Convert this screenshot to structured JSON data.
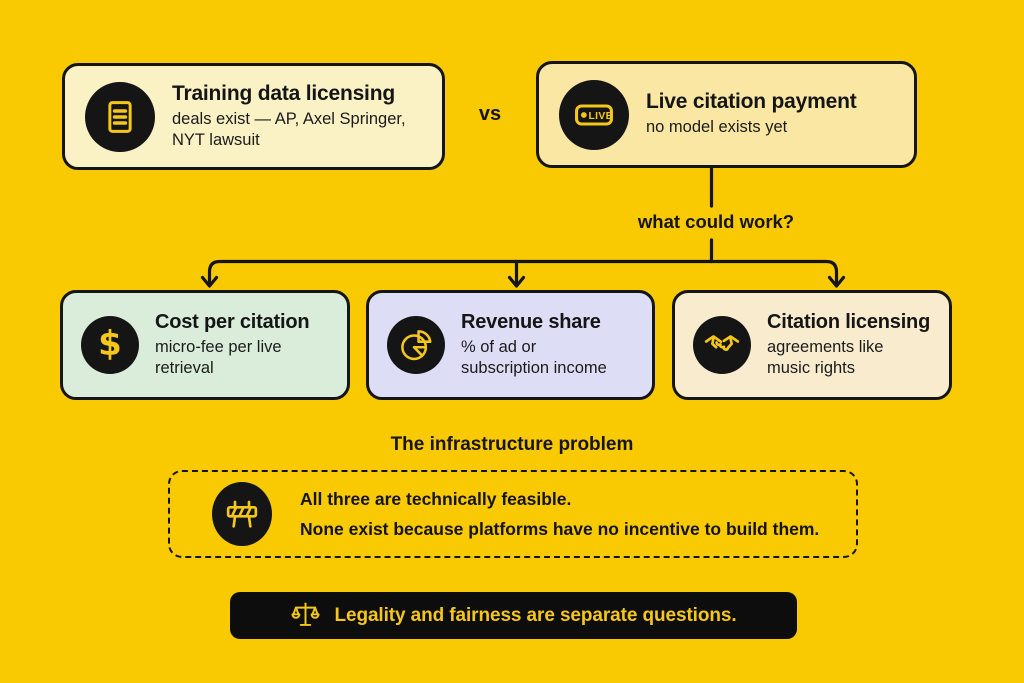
{
  "palette": {
    "background": "#F9C901",
    "ink": "#151515",
    "icon_yellow": "#F5C71A",
    "card_pale_yellow": "#FAF1C5",
    "card_light_gold": "#FAE7A3",
    "card_mint": "#D9EDDA",
    "card_lavender": "#DEDDF6",
    "card_cream": "#F9ECCE",
    "footer_bg": "#0D0D0D"
  },
  "top_row": {
    "left_card": {
      "icon": "document-icon",
      "title": "Training data licensing",
      "subtitle": "deals exist — AP, Axel Springer,\nNYT lawsuit"
    },
    "vs_label": "vs",
    "right_card": {
      "icon": "live-badge-icon",
      "live_badge_text": "LIVE",
      "title": "Live citation payment",
      "subtitle": "no model exists yet"
    }
  },
  "connector": {
    "question_label": "what could work?"
  },
  "options": [
    {
      "icon": "dollar-icon",
      "glyph": "$",
      "title": "Cost per citation",
      "subtitle": "micro-fee per live retrieval"
    },
    {
      "icon": "pie-chart-icon",
      "title": "Revenue share",
      "subtitle": "% of ad or\nsubscription income"
    },
    {
      "icon": "handshake-icon",
      "title": "Citation licensing",
      "subtitle": "agreements like\nmusic rights"
    }
  ],
  "infrastructure": {
    "heading": "The infrastructure problem",
    "icon": "barrier-icon",
    "line1": "All three are technically feasible.",
    "line2": "None exist because platforms have no incentive to build them."
  },
  "footer": {
    "icon": "scales-icon",
    "label": "Legality and fairness are separate questions."
  }
}
